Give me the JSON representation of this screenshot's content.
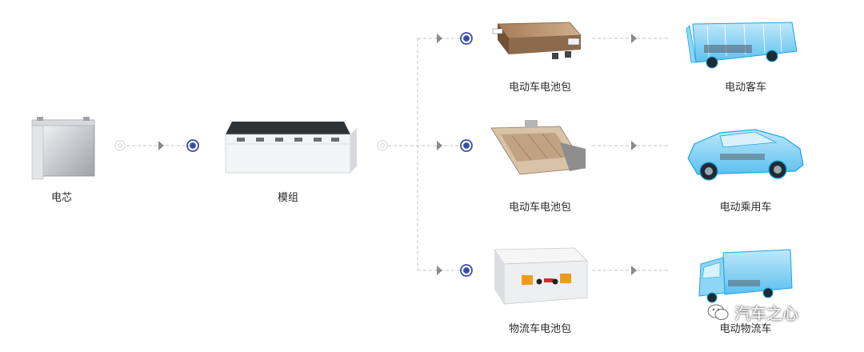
{
  "labels": {
    "cell": "电芯",
    "module": "模组",
    "pack_top": "电动车电池包",
    "pack_mid": "电动车电池包",
    "pack_bottom": "物流车电池包",
    "bus": "电动客车",
    "car": "电动乘用车",
    "truck": "电动物流车"
  },
  "watermark": {
    "text": "汽车之心",
    "icon": "wechat-icon"
  },
  "colors": {
    "connector_line": "#cfcfcf",
    "arrow": "#8a8a8a",
    "target_ring": "#3a4ea8",
    "label_text": "#2b2b2b",
    "vehicle_outline": "#1aa6e6",
    "battery_gray": "#e9eaec",
    "pack_copper": "#b8906a"
  }
}
